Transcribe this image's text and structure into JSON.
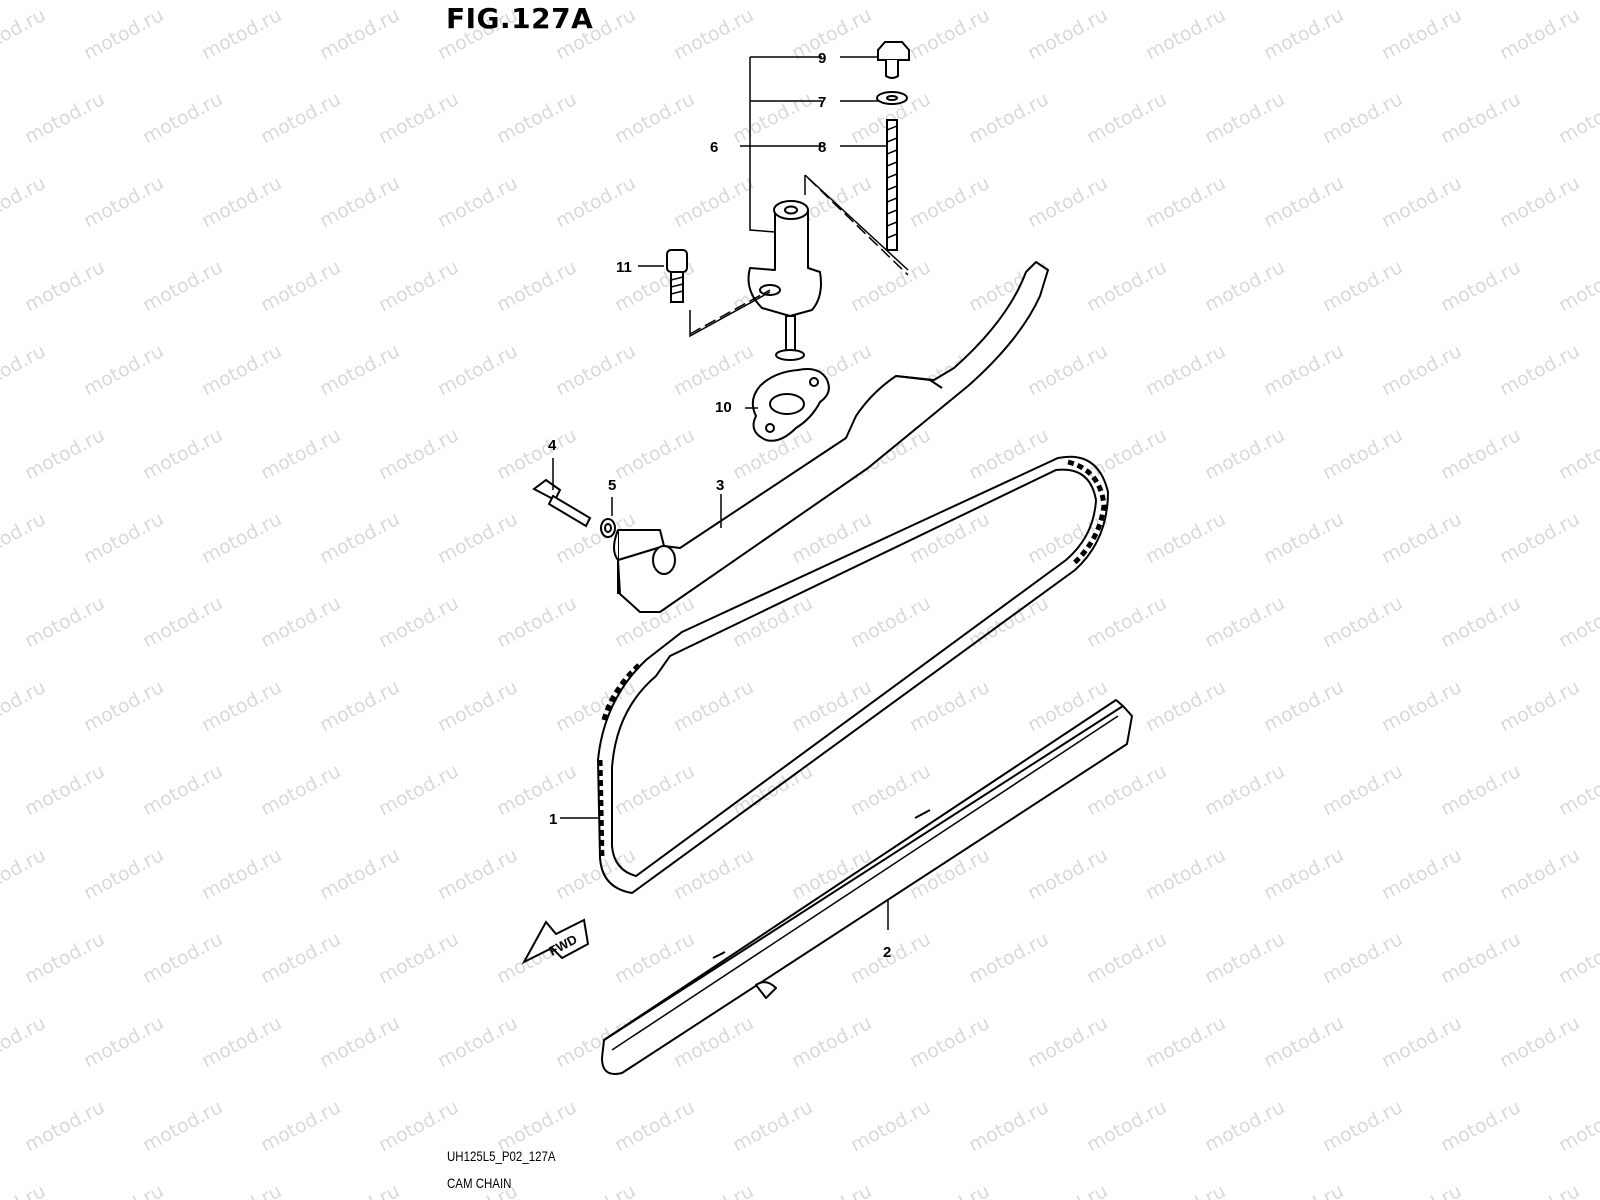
{
  "figure": {
    "title": "FIG.127A",
    "code": "UH125L5_P02_127A",
    "caption": "CAM CHAIN"
  },
  "watermark": {
    "text": "motod.ru",
    "color": "#d9d9d9"
  },
  "fwd_arrow": {
    "label": "FWD"
  },
  "callouts": [
    {
      "id": "1",
      "label": "1"
    },
    {
      "id": "2",
      "label": "2"
    },
    {
      "id": "3",
      "label": "3"
    },
    {
      "id": "4",
      "label": "4"
    },
    {
      "id": "5",
      "label": "5"
    },
    {
      "id": "6",
      "label": "6"
    },
    {
      "id": "7",
      "label": "7"
    },
    {
      "id": "8",
      "label": "8"
    },
    {
      "id": "9",
      "label": "9"
    },
    {
      "id": "10",
      "label": "10"
    },
    {
      "id": "11",
      "label": "11"
    }
  ],
  "colors": {
    "line": "#000000",
    "background": "#ffffff"
  }
}
